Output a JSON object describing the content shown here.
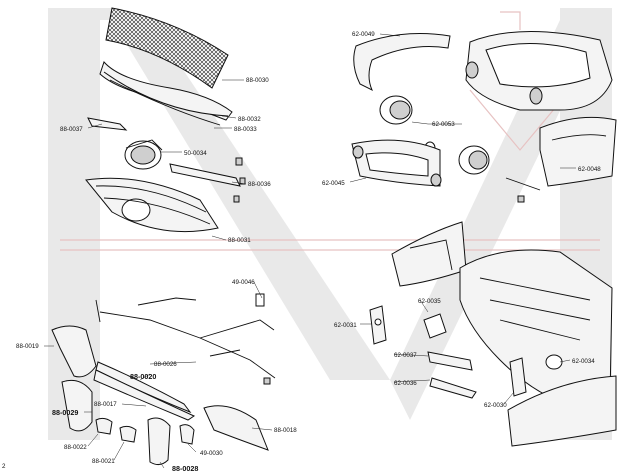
{
  "watermark": {
    "letter": "M",
    "color": "#e6e6e6",
    "accent_color": "#e7b9b9"
  },
  "edge_mark": "2",
  "labels": {
    "p88_0030": "88-0030",
    "p88_0032": "88-0032",
    "p88_0033": "88-0033",
    "p88_0037": "88-0037",
    "p50_0034": "50-0034",
    "p88_0036": "88-0036",
    "p88_0031": "88-0031",
    "p49_0046": "49-0046",
    "p88_0019": "88-0019",
    "p88_0026": "88-0026",
    "p88_0020": "88-0020",
    "p88_0017": "88-0017",
    "p88_0029": "88-0029",
    "p88_0018": "88-0018",
    "p88_0022": "88-0022",
    "p88_0021": "88-0021",
    "p88_0028": "88-0028",
    "p49_0030": "49-0030",
    "p62_0049": "62-0049",
    "p62_0053": "62-0053",
    "p62_0045": "62-0045",
    "p62_0048": "62-0048",
    "p62_0035": "62-0035",
    "p62_0031": "62-0031",
    "p62_0037": "62-0037",
    "p62_0036": "62-0036",
    "p62_0034": "62-0034",
    "p62_0030": "62-0030"
  }
}
